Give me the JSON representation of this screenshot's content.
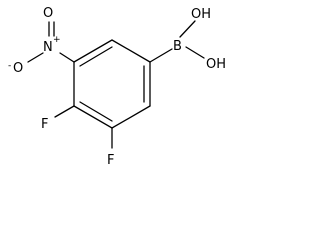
{
  "molecule": {
    "atoms": {
      "boron": "B",
      "hydroxyl_top": "OH",
      "hydroxyl_right": "OH",
      "nitrogen": "N",
      "nitro_oxygen_top": "O",
      "nitro_oxygen_left": "O",
      "nitro_oxygen_left_charge": "-",
      "nitrogen_charge": "+",
      "fluorine_left": "F",
      "fluorine_bottom": "F"
    }
  }
}
